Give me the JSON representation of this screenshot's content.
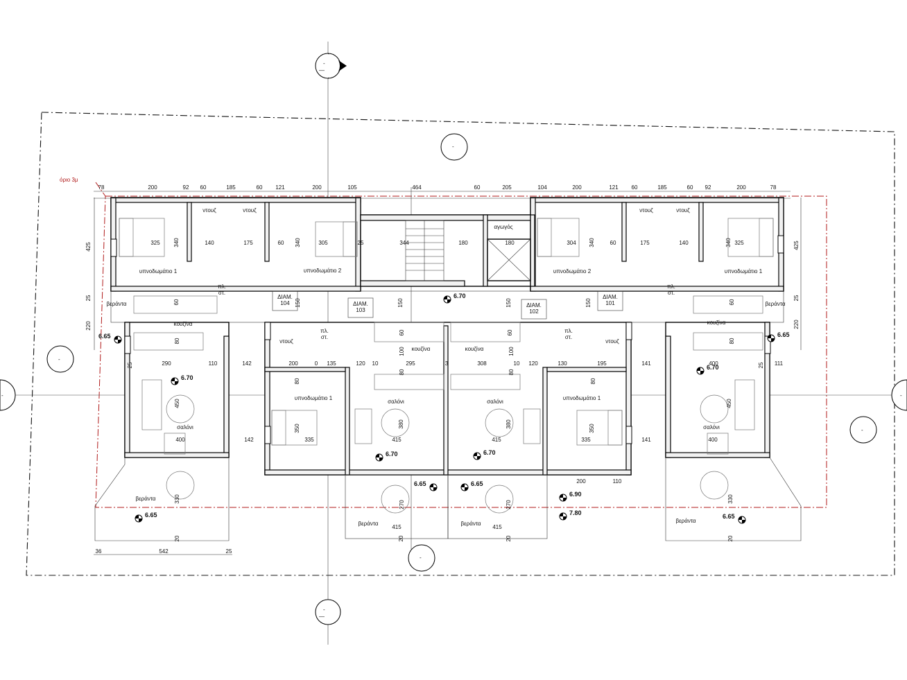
{
  "setback_label": "όριο 3μ",
  "units": {
    "d104": "ΔΙΑΜ.\n104",
    "d103": "ΔΙΑΜ.\n103",
    "d102": "ΔΙΑΜ.\n102",
    "d101": "ΔΙΑΜ.\n101"
  },
  "rooms": {
    "bed1_left": "υπνοδωμάτιο 1",
    "bed2_left": "υπνοδωμάτιο 2",
    "bed2_right": "υπνοδωμάτιο 2",
    "bed1_right": "υπνοδωμάτιο 1",
    "shower_1": "ντουζ",
    "shower_2": "ντουζ",
    "shower_3": "ντουζ",
    "shower_4": "ντουζ",
    "shower_5": "ντουζ",
    "shower_6": "ντουζ",
    "storage_1": "πλ.\nστ.",
    "storage_2": "πλ.\nστ.",
    "storage_3": "πλ.\nστ.",
    "storage_4": "πλ.\nστ.",
    "lift": "αγωγός",
    "veranda_l": "βεράντα",
    "veranda_r": "βεράντα",
    "kitchen_l": "κουζίνα",
    "kitchen_r": "κουζίνα",
    "kitchen_c1": "κουζίνα",
    "kitchen_c2": "κουζίνα",
    "living_l": "σαλόνι",
    "living_r": "σαλόνι",
    "living_c1": "σαλόνι",
    "living_c2": "σαλόνι",
    "bed_c1": "υπνοδωμάτιο 1",
    "bed_c2": "υπνοδωμάτιο 1",
    "veranda_bl": "βεράντα",
    "veranda_bc1": "βεράντα",
    "veranda_bc2": "βεράντα",
    "veranda_br": "βεράντα"
  },
  "levels": {
    "l1": "6.65",
    "l2": "6.65",
    "l3": "6.70",
    "l4": "6.70",
    "l5": "6.70",
    "l6": "6.70",
    "l7": "6.70",
    "l8": "6.65",
    "l9": "6.65",
    "l10": "6.65",
    "l11": "6.65",
    "l12": "6.90",
    "l13": "7.80"
  },
  "section_markers": {
    "top": "-",
    "top_sub": "—",
    "bottom": "-",
    "bottom_sub": "—",
    "north": "-",
    "south": "-",
    "west": "-",
    "east": "-",
    "left_mid": "-",
    "right_mid": "-"
  },
  "dims": {
    "t1": "78",
    "t2": "200",
    "t3": "92",
    "t4": "60",
    "t5": "185",
    "t6": "60",
    "t7": "121",
    "t8": "200",
    "t9": "105",
    "t10": "464",
    "t11": "60",
    "t12": "205",
    "t13": "104",
    "t14": "200",
    "t15": "121",
    "t16": "60",
    "t17": "185",
    "t18": "60",
    "t19": "92",
    "t20": "200",
    "t21": "78",
    "left_425": "425",
    "left_25": "25",
    "left_220": "220",
    "right_425": "425",
    "right_25": "25",
    "right_220": "220",
    "b1": "36",
    "b2": "542",
    "b3": "25",
    "r325a": "325",
    "r340a": "340",
    "r140a": "140",
    "r175a": "175",
    "r60a": "60",
    "r305": "305",
    "r340b": "340",
    "r25a": "25",
    "r344": "344",
    "r180a": "180",
    "r180b": "180",
    "r304": "304",
    "r340c": "340",
    "r175b": "175",
    "r140b": "140",
    "r325b": "325",
    "r340d": "340",
    "r60b": "60",
    "r150a": "150",
    "r150b": "150",
    "r150c": "150",
    "r150d": "150",
    "r290": "290",
    "r110a": "110",
    "r142a": "142",
    "r200a": "200",
    "r0": "0",
    "r135": "135",
    "r120a": "120",
    "r10a": "10",
    "r295": "295",
    "r3": "3",
    "r308": "308",
    "r10b": "10",
    "r120b": "120",
    "r130": "130",
    "r195": "195",
    "r141a": "141",
    "r400a": "400",
    "r111": "111",
    "r450a": "450",
    "r400b": "400",
    "r142b": "142",
    "r350a": "350",
    "r335a": "335",
    "r380a": "380",
    "r415a": "415",
    "r380b": "380",
    "r415b": "415",
    "r350b": "350",
    "r335b": "335",
    "r141b": "141",
    "r450b": "450",
    "r400c": "400",
    "r200b": "200",
    "r110b": "110",
    "r330a": "330",
    "r270a": "270",
    "r270b": "270",
    "r330b": "330",
    "r415c": "415",
    "r415d": "415",
    "r20a": "20",
    "r20b": "20",
    "r20c": "20",
    "r20d": "20",
    "r80a": "80",
    "r80b": "80",
    "r60c": "60",
    "r60d": "60",
    "r100a": "100",
    "r100b": "100",
    "r80c": "80",
    "r80d": "80",
    "r60e": "60",
    "r60f": "60",
    "r80e": "80",
    "r80f": "80",
    "r25b": "25",
    "r25c": "25"
  }
}
